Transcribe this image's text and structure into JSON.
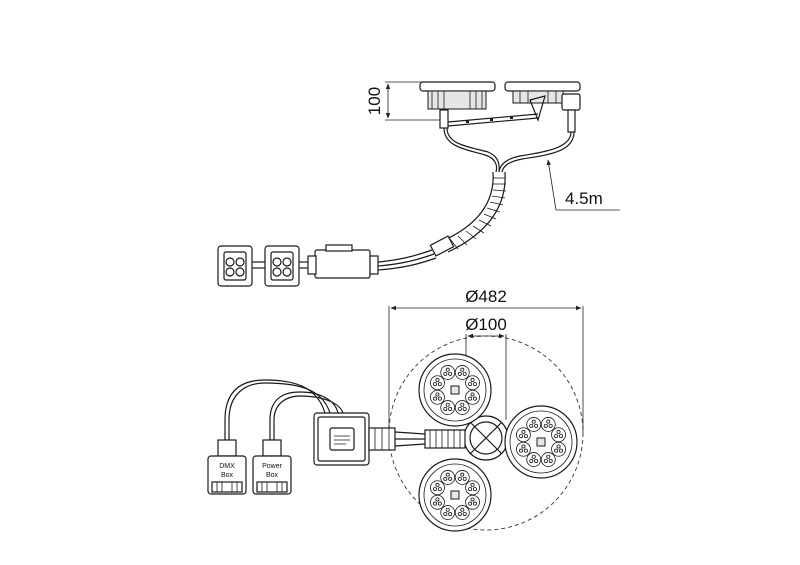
{
  "dimensions": {
    "height": "100",
    "cable_length": "4.5m",
    "outer_diameter": "Ø482",
    "inner_diameter": "Ø100"
  },
  "connectors": {
    "dmx_label_line1": "DMX",
    "dmx_label_line2": "Box",
    "power_label_line1": "Power",
    "power_label_line2": "Box"
  },
  "colors": {
    "line": "#1a1a1a",
    "background": "#ffffff"
  }
}
